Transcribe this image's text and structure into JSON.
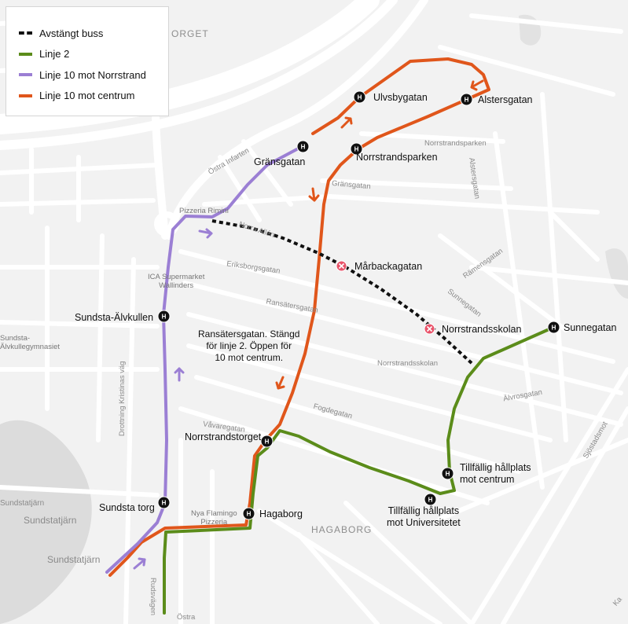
{
  "legend": {
    "items": [
      {
        "label": "Avstängt buss",
        "color": "#111111",
        "style": "dashed"
      },
      {
        "label": "Linje 2",
        "color": "#5b8c1a",
        "style": "solid"
      },
      {
        "label": "Linje 10 mot Norrstrand",
        "color": "#9b7fd4",
        "style": "solid"
      },
      {
        "label": "Linje 10 mot centrum",
        "color": "#e0561b",
        "style": "solid"
      }
    ]
  },
  "colors": {
    "closed": "#111111",
    "line2": "#5b8c1a",
    "line10_norrstrand": "#9b7fd4",
    "line10_centrum": "#e0561b",
    "road": "#ffffff",
    "land": "#f2f2f2",
    "water": "#dcdcdc",
    "closed_stop": "#e9536a"
  },
  "stops": {
    "ulvsbygatan": "Ulvsbygatan",
    "alstersgatan": "Alstersgatan",
    "gransgatan": "Gränsgatan",
    "norrstrandsparken": "Norrstrandsparken",
    "sundsta_alvkullen": "Sundsta-Älvkullen",
    "norrstrandstorget": "Norrstrandstorget",
    "sundsta_torg": "Sundsta torg",
    "hagaborg": "Hagaborg",
    "sunnegatan": "Sunnegatan",
    "tillfallig_centrum": [
      "Tillfällig hållplats",
      "mot centrum"
    ],
    "tillfallig_universitetet": [
      "Tillfällig hållplats",
      "mot Universitetet"
    ]
  },
  "closed_stops": {
    "marbackagatan": "Mårbackagatan",
    "norrstrandsskolan": "Norrstrandsskolan"
  },
  "note": [
    "Ransätersgatan. Stängd",
    "för linje 2. Öppen för",
    "10 mot centrum."
  ],
  "streets": {
    "ostra_infarten": "Östra Infarten",
    "norra_allen": "Norra Allén",
    "gransgatan": "Gränsgatan",
    "norrstrandsparken": "Norrstrandsparken",
    "alstersgatan": "Alstersgatan",
    "eriksborgsgatan": "Eriksborgsgatan",
    "ransatersgatan": "Ransätersgatan",
    "ramensgatan": "Rämensgatan",
    "sunnegatan": "Sunnegatan",
    "norrstrandsskolan": "Norrstrandsskolan",
    "alvrosgatan": "Älvrosgatan",
    "fogdegatan": "Fogdegatan",
    "vavaregatan": "Våvaregatan",
    "drottning_kristinas_vag": "Drottning Kristinas väg",
    "rudsvagen": "Rudsvägen",
    "sjostadsmotet": "Sjöstadsmot",
    "ostra": "Östra",
    "ka": "Ka"
  },
  "pois": {
    "pizzeria_rimini": "Pizzeria Rimini",
    "ica": [
      "ICA Supermarket",
      "Wallinders"
    ],
    "nya_flamingo": [
      "Nya Flamingo",
      "Pizzeria"
    ],
    "sundsta_gymnasiet": [
      "Sundsta-",
      "Älvkullegymnasiet"
    ]
  },
  "districts": {
    "torget": "ORGET",
    "hagaborg": "HAGABORG"
  },
  "water_labels": {
    "sundstatjarn_1": "Sundstatjärn",
    "sundstatjarn_2": "Sundstatjärn",
    "sundstatjarn_3": "Sundstatjärn"
  },
  "stop_symbol": "H"
}
